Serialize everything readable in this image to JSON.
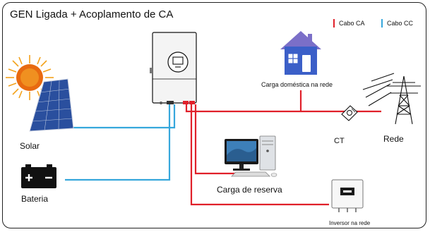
{
  "title": "GEN Ligada + Acoplamento de CA",
  "legend": {
    "ac": {
      "label": "Cabo CA",
      "color": "#e0202a"
    },
    "dc": {
      "label": "Cabo CC",
      "color": "#36a7dc"
    }
  },
  "labels": {
    "solar": "Solar",
    "bateria": "Bateria",
    "carga_domestica": "Carga doméstica na rede",
    "ct": "CT",
    "rede": "Rede",
    "carga_reserva": "Carga de reserva",
    "inversor_rede": "Inversor na rede"
  },
  "icons": [
    "hybrid-inverter-icon",
    "solar-panel-icon",
    "sun-icon",
    "battery-icon",
    "house-icon",
    "pylon-icon",
    "ct-sensor-icon",
    "computer-icon",
    "grid-tie-inverter-icon"
  ]
}
